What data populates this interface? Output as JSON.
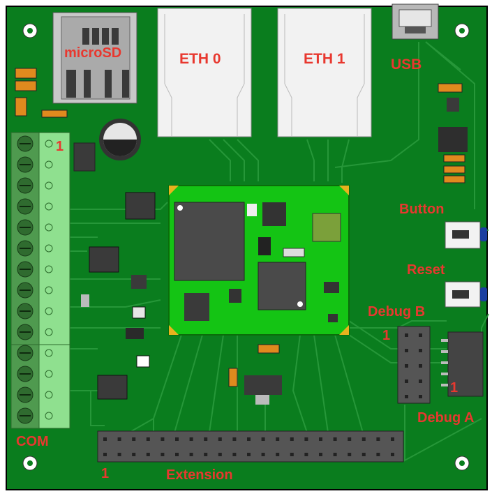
{
  "labels": {
    "microsd": "microSD",
    "eth0": "ETH 0",
    "eth1": "ETH 1",
    "usb": "USB",
    "button": "Button",
    "reset": "Reset",
    "debug_b": "Debug B",
    "debug_a": "Debug A",
    "com": "COM",
    "extension": "Extension",
    "pin1_com": "1",
    "pin1_debug_b": "1",
    "pin1_debug_a": "1",
    "pin1_extension": "1"
  },
  "colors": {
    "pcb": "#0a7d1e",
    "label_red": "#e8382f",
    "module_green": "#14c414",
    "terminal_green": "#8fe08f",
    "chip": "#3a3a3a",
    "eth_jack": "#f2f2f2"
  },
  "icons": [
    "mounting-hole-icon",
    "pin1-marker-icon"
  ]
}
